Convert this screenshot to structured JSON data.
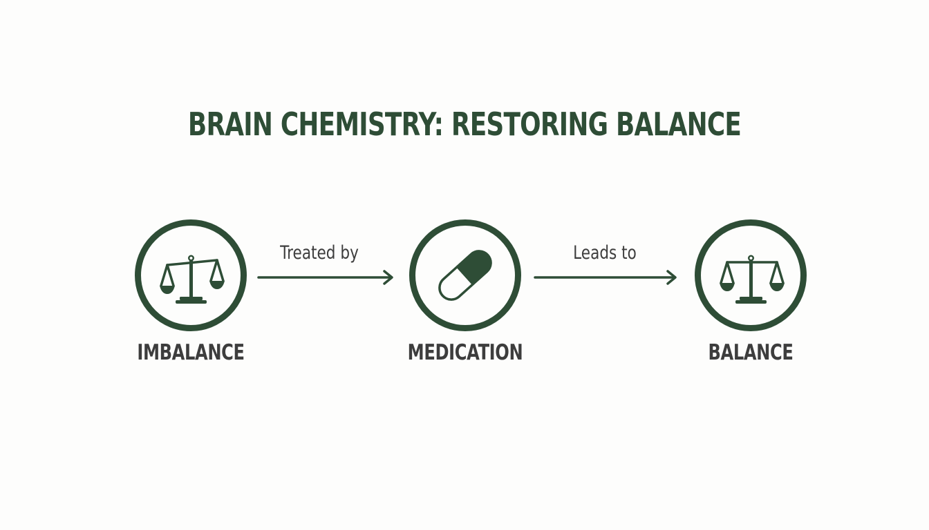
{
  "title": "BRAIN CHEMISTRY: RESTORING BALANCE",
  "colors": {
    "accent": "#2e4d36",
    "label_text": "#3d3d3d",
    "background": "#fdfdfc"
  },
  "nodes": [
    {
      "label": "IMBALANCE",
      "icon": "scales-icon"
    },
    {
      "label": "MEDICATION",
      "icon": "capsule-icon"
    },
    {
      "label": "BALANCE",
      "icon": "scales-icon"
    }
  ],
  "edges": [
    {
      "label": "Treated by"
    },
    {
      "label": "Leads to"
    }
  ]
}
